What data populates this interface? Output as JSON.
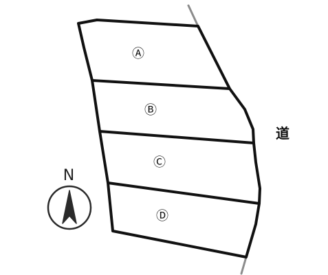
{
  "map": {
    "lots": [
      {
        "id": "A",
        "label": "Ⓐ"
      },
      {
        "id": "B",
        "label": "Ⓑ"
      },
      {
        "id": "C",
        "label": "Ⓒ"
      },
      {
        "id": "D",
        "label": "Ⓓ"
      }
    ],
    "road_label": "道",
    "compass": {
      "label": "N"
    },
    "colors": {
      "background": "#ffffff",
      "boundary": "#111111",
      "road_line": "#8c8c8c",
      "compass_arrow": "#2a2a2a"
    },
    "icons": {
      "compass": "north-arrow-icon"
    }
  }
}
